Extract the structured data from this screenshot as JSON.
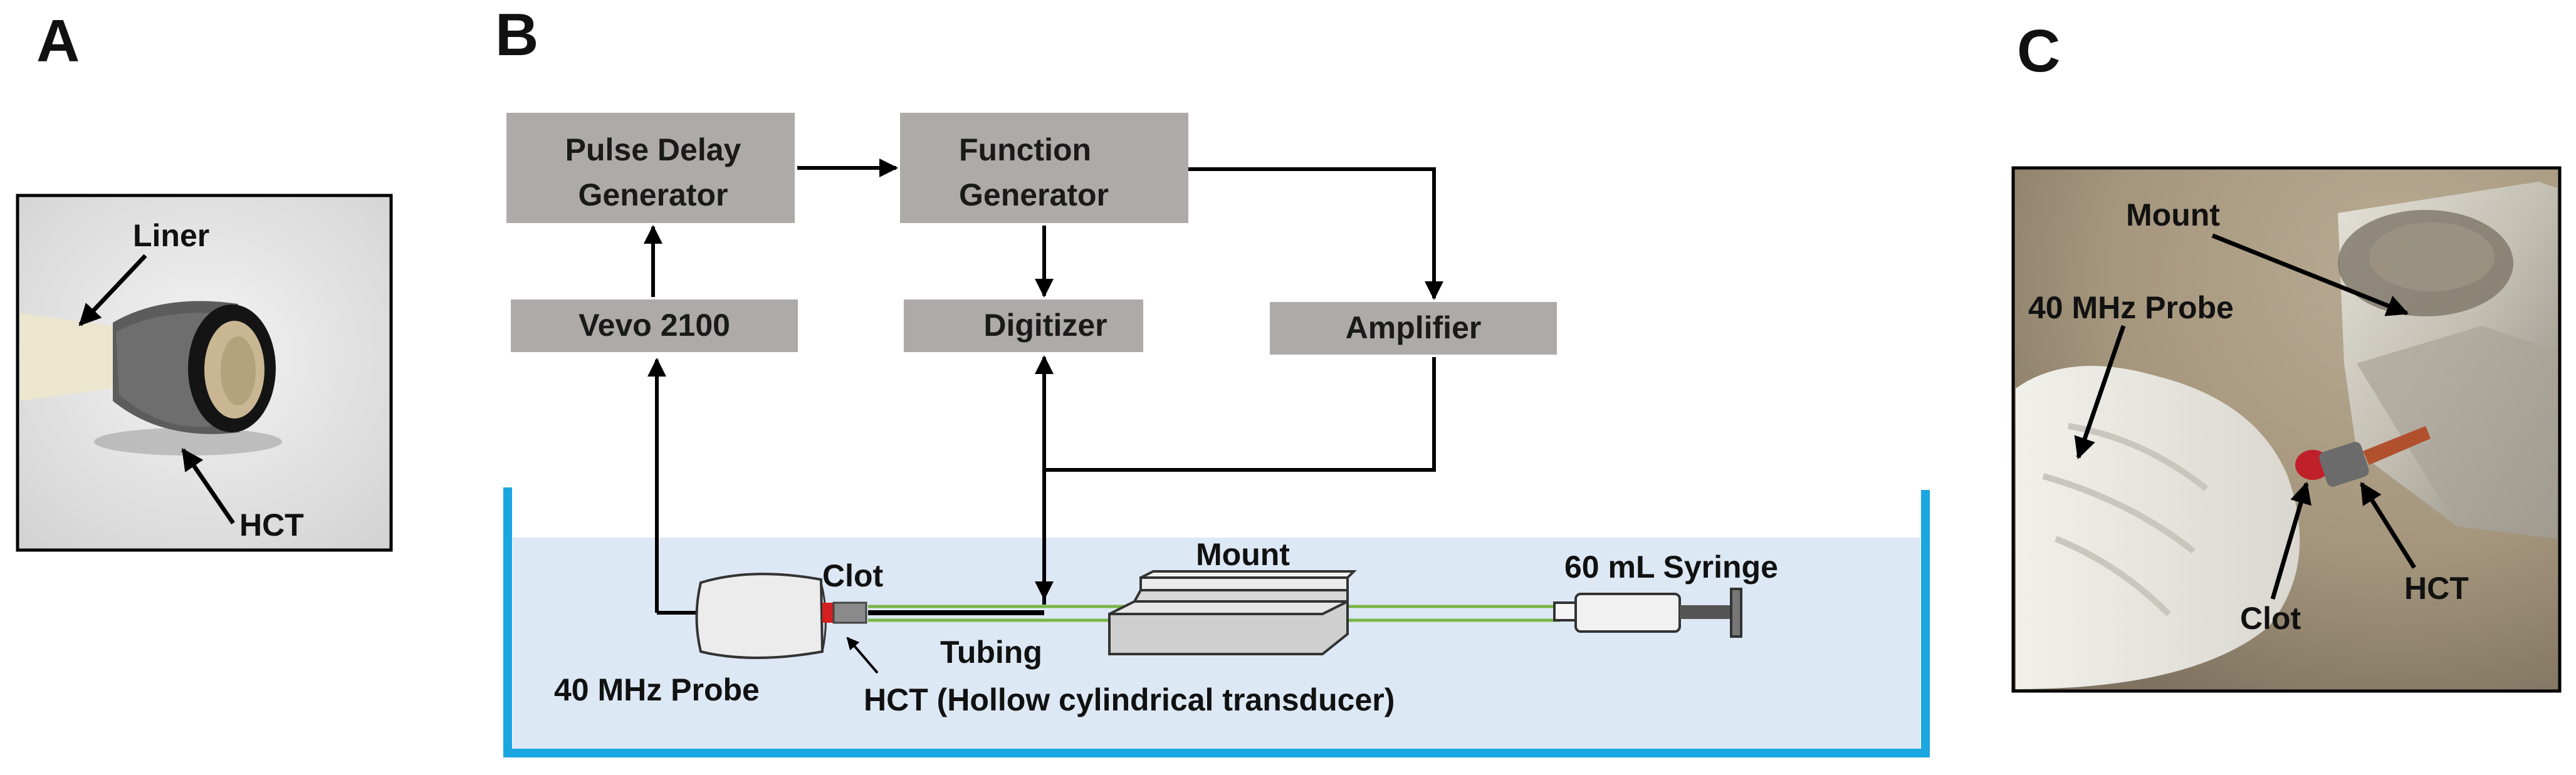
{
  "panels": {
    "a": {
      "letter": "A",
      "labels": {
        "liner": "Liner",
        "hct": "HCT"
      }
    },
    "b": {
      "letter": "B",
      "blocks": {
        "pulse_delay": [
          "Pulse Delay",
          "Generator"
        ],
        "function_gen": [
          "Function",
          "Generator"
        ],
        "vevo": "Vevo 2100",
        "digitizer": "Digitizer",
        "amplifier": "Amplifier"
      },
      "labels": {
        "clot": "Clot",
        "mount": "Mount",
        "syringe": "60 mL Syringe",
        "probe": "40 MHz Probe",
        "tubing": "Tubing",
        "hct": "HCT (Hollow cylindrical transducer)"
      }
    },
    "c": {
      "letter": "C",
      "labels": {
        "mount": "Mount",
        "probe": "40 MHz Probe",
        "clot": "Clot",
        "hct": "HCT"
      }
    }
  },
  "colors": {
    "block_fill": "#aeaaaa",
    "water": "#dde8f5",
    "tank": "#1aa7e1",
    "tubing": "#7ab648",
    "clot": "#d42020"
  }
}
